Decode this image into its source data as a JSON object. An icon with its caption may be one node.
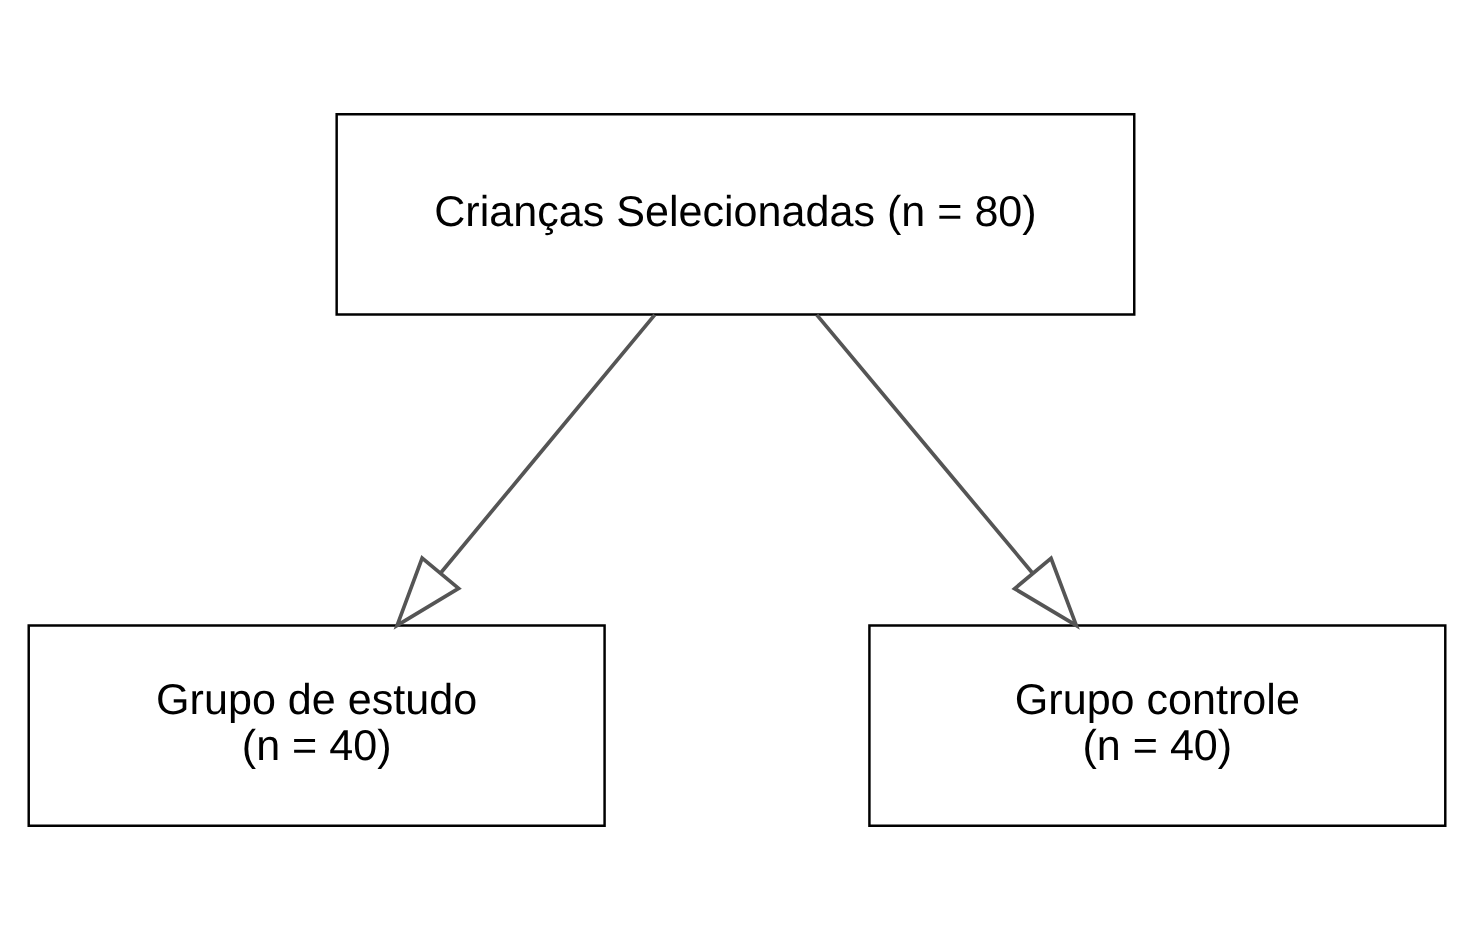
{
  "diagram": {
    "nodes": [
      {
        "text": [
          "Crianças Selecionadas (n = 80)"
        ]
      },
      {
        "text": [
          "Grupo de estudo (n = 40)"
        ]
      },
      {
        "text": [
          "Grupo controle (n = 40)"
        ]
      }
    ],
    "edges": [
      {
        "from": 0,
        "to": 1,
        "arrow": "to"
      },
      {
        "from": 0,
        "to": 2,
        "arrow": "to"
      }
    ]
  }
}
